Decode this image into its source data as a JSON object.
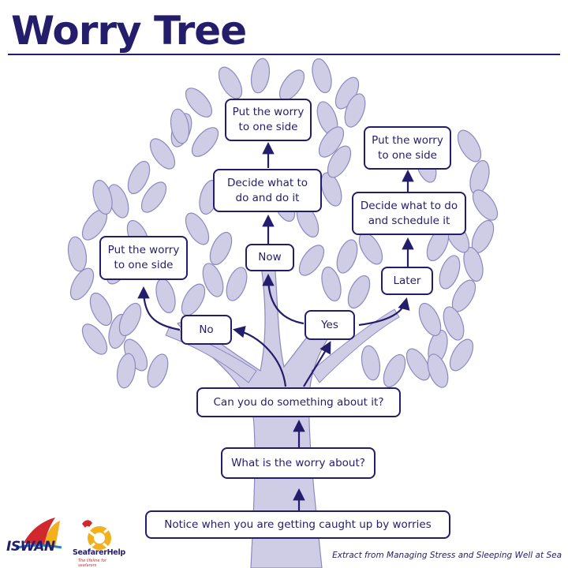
{
  "title": "Worry Tree",
  "colors": {
    "navy": "#241d6b",
    "leaf_fill": "#cfcde6",
    "leaf_stroke": "#8c89bf",
    "trunk": "#cfcde6"
  },
  "nodes": {
    "notice": "Notice when you are getting caught up by worries",
    "what_about": "What is the worry about?",
    "can_you": "Can you do something about it?",
    "no": "No",
    "yes": "Yes",
    "put_aside_left": "Put the worry\nto one side",
    "now": "Now",
    "later": "Later",
    "decide_do": "Decide what to\ndo and do it",
    "decide_schedule": "Decide what to do\nand schedule it",
    "put_aside_top": "Put the worry\nto one side",
    "put_aside_right": "Put the worry\nto one side"
  },
  "logos": {
    "iswan": "ISWAN",
    "seafarer": "SeafarerHelp",
    "seafarer_tagline": "The lifeline for seafarers"
  },
  "footer": "Extract from Managing Stress and Sleeping Well at Sea"
}
